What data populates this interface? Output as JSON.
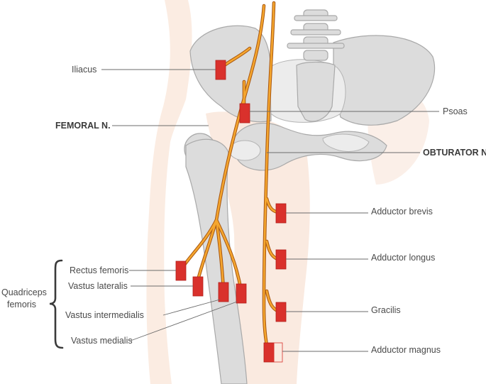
{
  "labels": {
    "iliacus": "Iliacus",
    "femoral_n": "FEMORAL N.",
    "psoas": "Psoas",
    "obturator_n": "OBTURATOR N.",
    "adductor_brevis": "Adductor brevis",
    "adductor_longus": "Adductor longus",
    "gracilis": "Gracilis",
    "adductor_magnus": "Adductor magnus",
    "rectus_femoris": "Rectus femoris",
    "vastus_lateralis": "Vastus lateralis",
    "vastus_intermedialis": "Vastus intermedialis",
    "vastus_medialis": "Vastus medialis",
    "quadriceps_line1": "Quadriceps",
    "quadriceps_line2": "femoris"
  },
  "colors": {
    "nerve": "#f5a62e",
    "muscle_marker": "#d9312c",
    "bone": "#dcdcdc",
    "skin": "#f7dccb"
  }
}
